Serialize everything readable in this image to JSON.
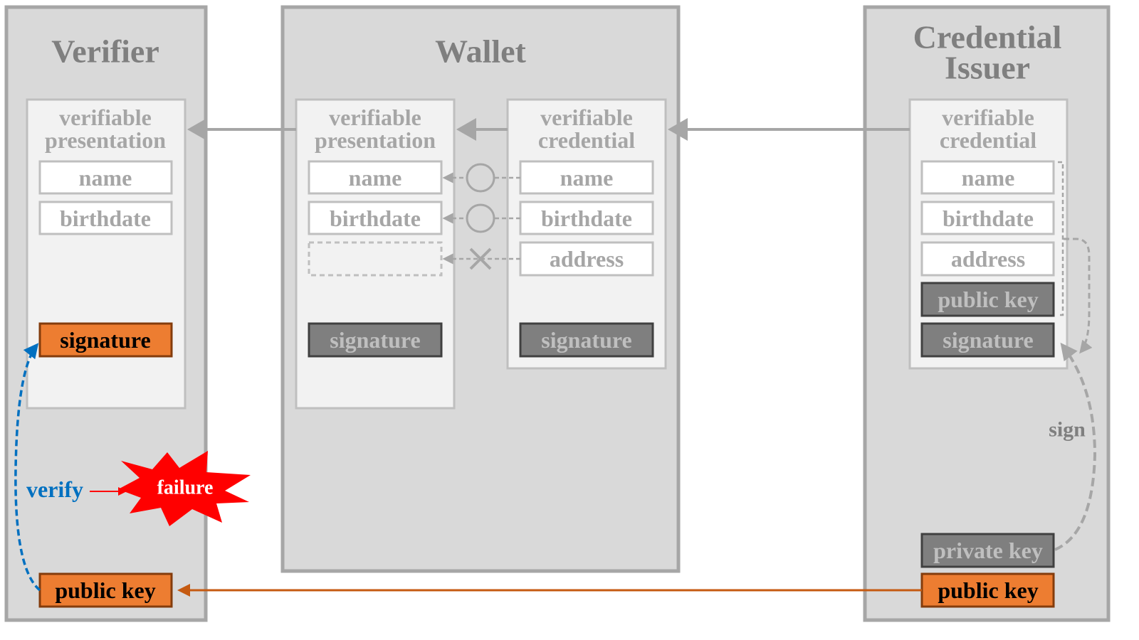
{
  "colors": {
    "actor_fill": "#d9d9d9",
    "actor_border": "#a6a6a6",
    "key_orange": "#ed7d31",
    "public_key_link": "#c55a11",
    "verify_blue": "#0070c0",
    "failure_red": "#ff0000",
    "dark_field": "#7f7f7f"
  },
  "verifier": {
    "title": "Verifier",
    "document": {
      "title_line1": "verifiable",
      "title_line2": "presentation",
      "fields": [
        "name",
        "birthdate"
      ],
      "signature": "signature"
    },
    "public_key": "public key",
    "verify_label": "verify",
    "failure_label": "failure"
  },
  "wallet": {
    "title": "Wallet",
    "presentation": {
      "title_line1": "verifiable",
      "title_line2": "presentation",
      "fields": [
        "name",
        "birthdate"
      ],
      "signature": "signature"
    },
    "credential": {
      "title_line1": "verifiable",
      "title_line2": "credential",
      "fields": [
        "name",
        "birthdate",
        "address"
      ],
      "signature": "signature"
    },
    "disclosure_marks": [
      "circle",
      "circle",
      "cross"
    ]
  },
  "issuer": {
    "title_line1": "Credential",
    "title_line2": "Issuer",
    "credential": {
      "title_line1": "verifiable",
      "title_line2": "credential",
      "fields": [
        "name",
        "birthdate",
        "address"
      ],
      "public_key": "public key",
      "signature": "signature"
    },
    "private_key": "private key",
    "public_key": "public key",
    "sign_label": "sign"
  }
}
